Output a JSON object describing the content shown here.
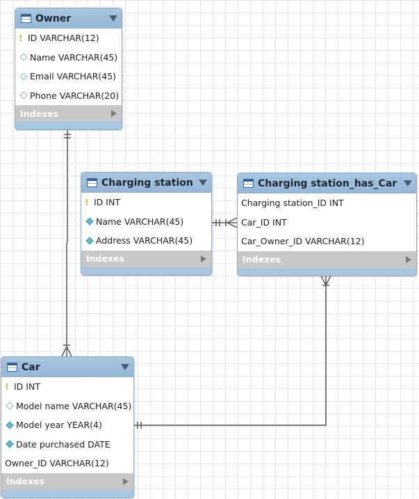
{
  "tables": {
    "owner": {
      "name": "Owner",
      "columns": [
        {
          "text": "ID VARCHAR(12)",
          "marker": "key"
        },
        {
          "text": "Name VARCHAR(45)",
          "marker": "diamond"
        },
        {
          "text": "Email VARCHAR(45)",
          "marker": "diamond"
        },
        {
          "text": "Phone VARCHAR(20)",
          "marker": "diamond"
        }
      ],
      "indexes_label": "Indexes"
    },
    "charging_station": {
      "name": "Charging station",
      "columns": [
        {
          "text": "ID INT",
          "marker": "key"
        },
        {
          "text": "Name VARCHAR(45)",
          "marker": "diamond-filled"
        },
        {
          "text": "Address VARCHAR(45)",
          "marker": "diamond-filled"
        }
      ],
      "indexes_label": "Indexes"
    },
    "charging_station_has_car": {
      "name": "Charging station_has_Car",
      "columns": [
        {
          "text": "Charging station_ID INT",
          "marker": "none"
        },
        {
          "text": "Car_ID INT",
          "marker": "none"
        },
        {
          "text": "Car_Owner_ID VARCHAR(12)",
          "marker": "none"
        }
      ],
      "indexes_label": "Indexes"
    },
    "car": {
      "name": "Car",
      "columns": [
        {
          "text": "ID INT",
          "marker": "key"
        },
        {
          "text": "Model name VARCHAR(45)",
          "marker": "diamond"
        },
        {
          "text": "Model year YEAR(4)",
          "marker": "diamond-filled"
        },
        {
          "text": "Date purchased DATE",
          "marker": "diamond-filled"
        },
        {
          "text": "Owner_ID VARCHAR(12)",
          "marker": "none"
        }
      ],
      "indexes_label": "Indexes"
    }
  },
  "relationships": [
    {
      "from": "Owner",
      "to": "Car",
      "from_end": "one-and-only-one",
      "to_end": "one-or-many"
    },
    {
      "from": "Charging station",
      "to": "Charging station_has_Car",
      "from_end": "one-and-only-one",
      "to_end": "one-or-many"
    },
    {
      "from": "Car",
      "to": "Charging station_has_Car",
      "from_end": "one-and-only-one",
      "to_end": "one-or-many"
    }
  ],
  "colors": {
    "header": "#a9c6e0",
    "indexes_bar": "#c8c8c8",
    "connector": "#555555",
    "key_icon": "#e3b31a"
  }
}
